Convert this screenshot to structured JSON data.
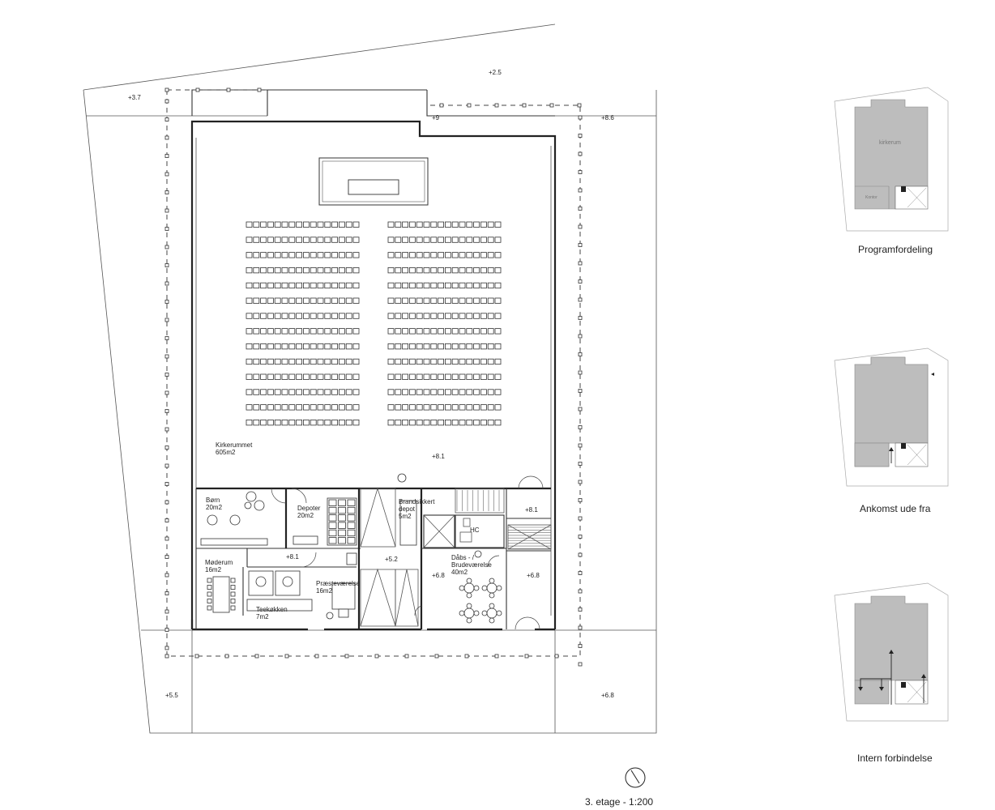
{
  "plan": {
    "elevations": {
      "top": "+2.5",
      "top_left": "+3.7",
      "notch": "+9",
      "right_top": "+8.6",
      "hall": "+8.1",
      "stair_right": "+8.1",
      "corridor": "+8.1",
      "central": "+5.2",
      "dabs": "+6.8",
      "right_mid": "+6.8",
      "bottom_left": "+5.5",
      "bottom_right": "+6.8"
    },
    "rooms": {
      "kirkerummet": {
        "name": "Kirkerummet",
        "area": "605m2"
      },
      "born": {
        "name": "Børn",
        "area": "20m2"
      },
      "depoter": {
        "name": "Depoter",
        "area": "20m2"
      },
      "brandsikkert": {
        "name1": "Brandsikkert",
        "name2": "depot",
        "area": "5m2"
      },
      "hc": {
        "name": "HC"
      },
      "moderum": {
        "name": "Møderum",
        "area": "16m2"
      },
      "praeste": {
        "name": "Præsteværelse",
        "area": "16m2"
      },
      "teekokken": {
        "name": "Teekøkken",
        "area": "7m2"
      },
      "dabs": {
        "name1": "Dåbs - /",
        "name2": "Brudeværelse",
        "area": "40m2"
      }
    },
    "caption": "3. etage - 1:200"
  },
  "diagrams": [
    {
      "caption": "Programfordeling",
      "labels": {
        "main": "kirkerum",
        "small": "Kontor"
      }
    },
    {
      "caption": "Ankomst ude fra"
    },
    {
      "caption": "Intern forbindelse"
    }
  ]
}
